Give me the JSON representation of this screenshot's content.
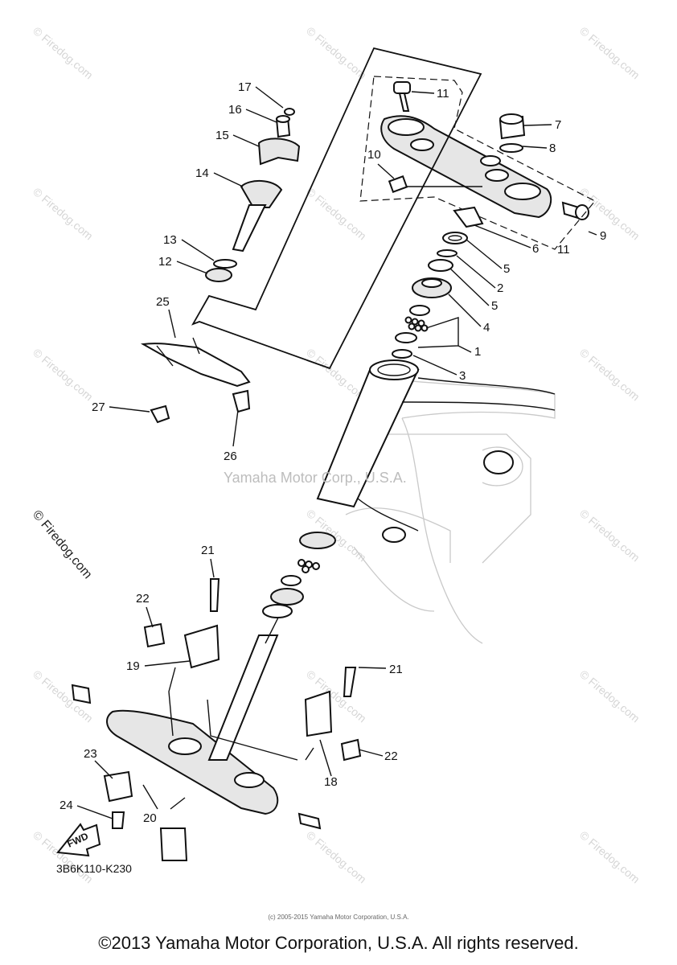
{
  "diagram": {
    "part_code": "3B6K110-K230",
    "copyright": "©2013 Yamaha Motor Corporation, U.S.A. All rights reserved.",
    "small_print": "(c) 2005-2015 Yamaha Motor Corporation, U.S.A.",
    "center_watermark": "Yamaha Motor Corp., U.S.A.",
    "watermark": "© Firedog.com",
    "fwd_label": "FWD",
    "callouts": [
      "17",
      "16",
      "15",
      "14",
      "13",
      "12",
      "11",
      "7",
      "8",
      "10",
      "9",
      "11",
      "6",
      "5",
      "2",
      "5",
      "4",
      "1",
      "3",
      "25",
      "27",
      "26",
      "21",
      "22",
      "19",
      "21",
      "22",
      "18",
      "23",
      "20",
      "24"
    ]
  }
}
